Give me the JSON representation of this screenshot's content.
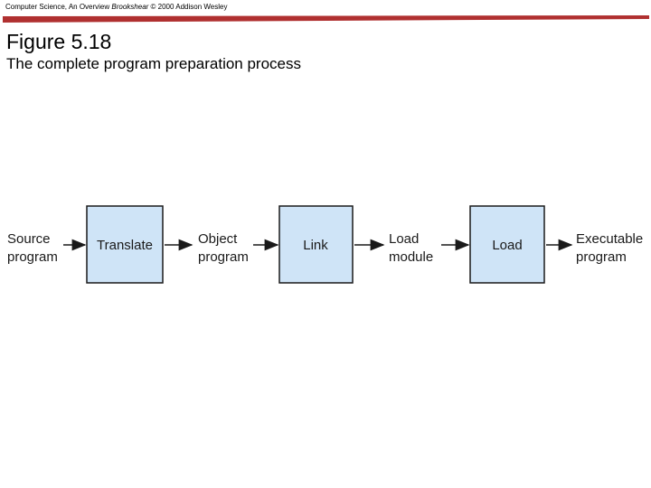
{
  "header": {
    "prefix": "Computer Science, An Overview ",
    "edition": "Brookshear",
    "suffix": " © 2000 Addison Wesley"
  },
  "figure": {
    "title": "Figure 5.18",
    "caption": "The complete program preparation process"
  },
  "diagram": {
    "labels": [
      {
        "line1": "Source",
        "line2": "program"
      },
      {
        "line1": "Object",
        "line2": "program"
      },
      {
        "line1": "Load",
        "line2": "module"
      },
      {
        "line1": "Executable",
        "line2": "program"
      }
    ],
    "boxes": [
      "Translate",
      "Link",
      "Load"
    ]
  },
  "colors": {
    "box_fill": "#cfe4f7",
    "box_stroke": "#1a1a1a",
    "rule": "#b03030",
    "arrow": "#1a1a1a"
  }
}
